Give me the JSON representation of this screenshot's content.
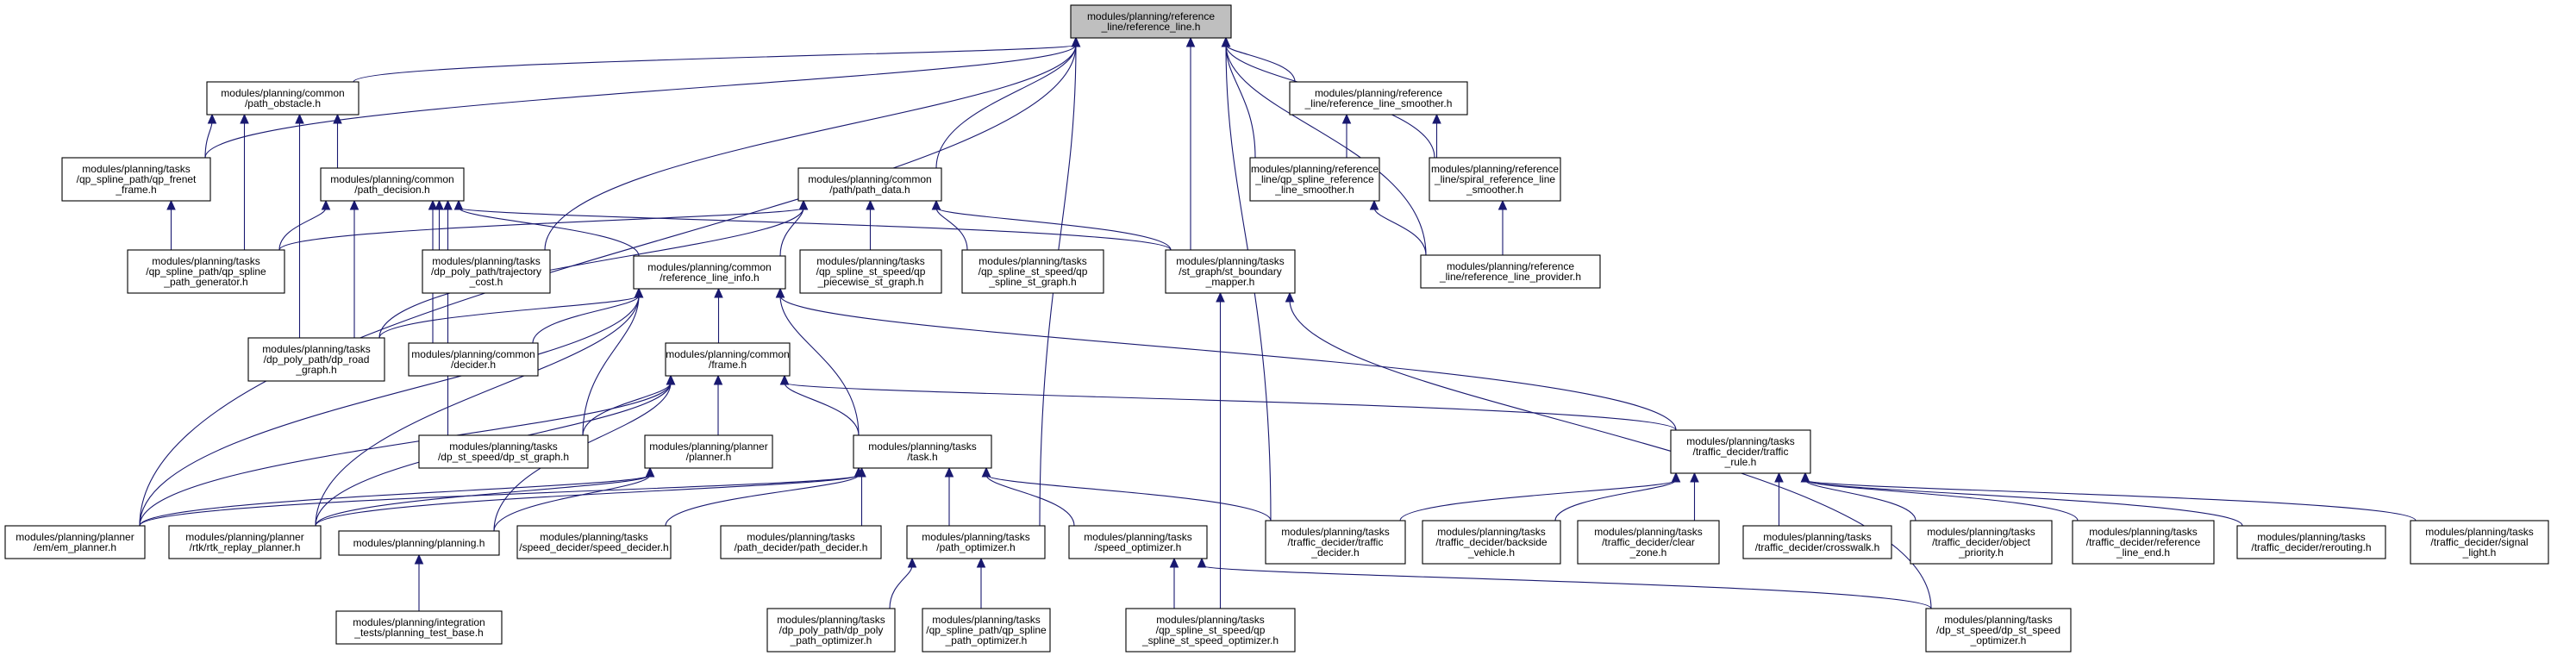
{
  "graph": {
    "edge_color": "#191970",
    "root_fill": "#bfbfbf",
    "nodes": [
      {
        "id": "n0",
        "lines": [
          "modules/planning/reference",
          "_line/reference_line.h"
        ],
        "root": true
      },
      {
        "id": "n1",
        "lines": [
          "modules/planning/common",
          "/path_obstacle.h"
        ]
      },
      {
        "id": "n2",
        "lines": [
          "modules/planning/tasks",
          "/qp_spline_path/qp_frenet",
          "_frame.h"
        ]
      },
      {
        "id": "n3",
        "lines": [
          "modules/planning/common",
          "/path_decision.h"
        ]
      },
      {
        "id": "n4",
        "lines": [
          "modules/planning/tasks",
          "/qp_spline_path/qp_spline",
          "_path_generator.h"
        ]
      },
      {
        "id": "n5",
        "lines": [
          "modules/planning/tasks",
          "/dp_poly_path/trajectory",
          "_cost.h"
        ]
      },
      {
        "id": "n6",
        "lines": [
          "modules/planning/common",
          "/path/path_data.h"
        ]
      },
      {
        "id": "n7",
        "lines": [
          "modules/planning/common",
          "/reference_line_info.h"
        ]
      },
      {
        "id": "n8",
        "lines": [
          "modules/planning/tasks",
          "/qp_spline_st_speed/qp",
          "_piecewise_st_graph.h"
        ]
      },
      {
        "id": "n9",
        "lines": [
          "modules/planning/tasks",
          "/qp_spline_st_speed/qp",
          "_spline_st_graph.h"
        ]
      },
      {
        "id": "n10",
        "lines": [
          "modules/planning/tasks",
          "/st_graph/st_boundary",
          "_mapper.h"
        ]
      },
      {
        "id": "n11",
        "lines": [
          "modules/planning/reference",
          "_line/reference_line_smoother.h"
        ]
      },
      {
        "id": "n12",
        "lines": [
          "modules/planning/reference",
          "_line/qp_spline_reference",
          "_line_smoother.h"
        ]
      },
      {
        "id": "n13",
        "lines": [
          "modules/planning/reference",
          "_line/spiral_reference_line",
          "_smoother.h"
        ]
      },
      {
        "id": "n14",
        "lines": [
          "modules/planning/reference",
          "_line/reference_line_provider.h"
        ]
      },
      {
        "id": "n15",
        "lines": [
          "modules/planning/tasks",
          "/dp_poly_path/dp_road",
          "_graph.h"
        ]
      },
      {
        "id": "n16",
        "lines": [
          "modules/planning/common",
          "/decider.h"
        ]
      },
      {
        "id": "n17",
        "lines": [
          "modules/planning/common",
          "/frame.h"
        ]
      },
      {
        "id": "n18",
        "lines": [
          "modules/planning/tasks",
          "/dp_st_speed/dp_st_graph.h"
        ]
      },
      {
        "id": "n19",
        "lines": [
          "modules/planning/planner",
          "/planner.h"
        ]
      },
      {
        "id": "n20",
        "lines": [
          "modules/planning/tasks",
          "/task.h"
        ]
      },
      {
        "id": "n21",
        "lines": [
          "modules/planning/tasks",
          "/traffic_decider/traffic",
          "_rule.h"
        ]
      },
      {
        "id": "n22",
        "lines": [
          "modules/planning/planner",
          "/em/em_planner.h"
        ]
      },
      {
        "id": "n23",
        "lines": [
          "modules/planning/planner",
          "/rtk/rtk_replay_planner.h"
        ]
      },
      {
        "id": "n24",
        "lines": [
          "modules/planning/planning.h"
        ]
      },
      {
        "id": "n25",
        "lines": [
          "modules/planning/tasks",
          "/speed_decider/speed_decider.h"
        ]
      },
      {
        "id": "n26",
        "lines": [
          "modules/planning/tasks",
          "/path_decider/path_decider.h"
        ]
      },
      {
        "id": "n27",
        "lines": [
          "modules/planning/tasks",
          "/path_optimizer.h"
        ]
      },
      {
        "id": "n28",
        "lines": [
          "modules/planning/tasks",
          "/speed_optimizer.h"
        ]
      },
      {
        "id": "n29",
        "lines": [
          "modules/planning/tasks",
          "/traffic_decider/traffic",
          "_decider.h"
        ]
      },
      {
        "id": "n30",
        "lines": [
          "modules/planning/tasks",
          "/traffic_decider/backside",
          "_vehicle.h"
        ]
      },
      {
        "id": "n31",
        "lines": [
          "modules/planning/tasks",
          "/traffic_decider/clear",
          "_zone.h"
        ]
      },
      {
        "id": "n32",
        "lines": [
          "modules/planning/tasks",
          "/traffic_decider/crosswalk.h"
        ]
      },
      {
        "id": "n33",
        "lines": [
          "modules/planning/tasks",
          "/traffic_decider/object",
          "_priority.h"
        ]
      },
      {
        "id": "n34",
        "lines": [
          "modules/planning/tasks",
          "/traffic_decider/reference",
          "_line_end.h"
        ]
      },
      {
        "id": "n35",
        "lines": [
          "modules/planning/tasks",
          "/traffic_decider/rerouting.h"
        ]
      },
      {
        "id": "n36",
        "lines": [
          "modules/planning/tasks",
          "/traffic_decider/signal",
          "_light.h"
        ]
      },
      {
        "id": "n37",
        "lines": [
          "modules/planning/integration",
          "_tests/planning_test_base.h"
        ]
      },
      {
        "id": "n38",
        "lines": [
          "modules/planning/tasks",
          "/dp_poly_path/dp_poly",
          "_path_optimizer.h"
        ]
      },
      {
        "id": "n39",
        "lines": [
          "modules/planning/tasks",
          "/qp_spline_path/qp_spline",
          "_path_optimizer.h"
        ]
      },
      {
        "id": "n40",
        "lines": [
          "modules/planning/tasks",
          "/qp_spline_st_speed/qp",
          "_spline_st_speed_optimizer.h"
        ]
      },
      {
        "id": "n41",
        "lines": [
          "modules/planning/tasks",
          "/dp_st_speed/dp_st_speed",
          "_optimizer.h"
        ]
      }
    ],
    "edges": [
      [
        "n1",
        "n0"
      ],
      [
        "n2",
        "n0"
      ],
      [
        "n22",
        "n0"
      ],
      [
        "n6",
        "n0"
      ],
      [
        "n5",
        "n0"
      ],
      [
        "n10",
        "n0"
      ],
      [
        "n27",
        "n0"
      ],
      [
        "n29",
        "n0"
      ],
      [
        "n11",
        "n0"
      ],
      [
        "n12",
        "n0"
      ],
      [
        "n13",
        "n0"
      ],
      [
        "n14",
        "n0"
      ],
      [
        "n2",
        "n1"
      ],
      [
        "n3",
        "n1"
      ],
      [
        "n4",
        "n1"
      ],
      [
        "n15",
        "n1"
      ],
      [
        "n4",
        "n2"
      ],
      [
        "n4",
        "n3"
      ],
      [
        "n5",
        "n3"
      ],
      [
        "n7",
        "n3"
      ],
      [
        "n15",
        "n3"
      ],
      [
        "n16",
        "n3"
      ],
      [
        "n18",
        "n3"
      ],
      [
        "n10",
        "n3"
      ],
      [
        "n4",
        "n6"
      ],
      [
        "n7",
        "n6"
      ],
      [
        "n8",
        "n6"
      ],
      [
        "n9",
        "n6"
      ],
      [
        "n10",
        "n6"
      ],
      [
        "n15",
        "n6"
      ],
      [
        "n12",
        "n11"
      ],
      [
        "n13",
        "n11"
      ],
      [
        "n14",
        "n12"
      ],
      [
        "n14",
        "n13"
      ],
      [
        "n15",
        "n7"
      ],
      [
        "n16",
        "n7"
      ],
      [
        "n17",
        "n7"
      ],
      [
        "n18",
        "n7"
      ],
      [
        "n20",
        "n7"
      ],
      [
        "n21",
        "n7"
      ],
      [
        "n22",
        "n7"
      ],
      [
        "n23",
        "n7"
      ],
      [
        "n41",
        "n10"
      ],
      [
        "n40",
        "n10"
      ],
      [
        "n18",
        "n17"
      ],
      [
        "n19",
        "n17"
      ],
      [
        "n20",
        "n17"
      ],
      [
        "n21",
        "n17"
      ],
      [
        "n22",
        "n17"
      ],
      [
        "n23",
        "n17"
      ],
      [
        "n24",
        "n17"
      ],
      [
        "n22",
        "n19"
      ],
      [
        "n23",
        "n19"
      ],
      [
        "n24",
        "n19"
      ],
      [
        "n22",
        "n20"
      ],
      [
        "n23",
        "n20"
      ],
      [
        "n25",
        "n20"
      ],
      [
        "n26",
        "n20"
      ],
      [
        "n27",
        "n20"
      ],
      [
        "n28",
        "n20"
      ],
      [
        "n29",
        "n20"
      ],
      [
        "n29",
        "n21"
      ],
      [
        "n30",
        "n21"
      ],
      [
        "n31",
        "n21"
      ],
      [
        "n32",
        "n21"
      ],
      [
        "n33",
        "n21"
      ],
      [
        "n34",
        "n21"
      ],
      [
        "n35",
        "n21"
      ],
      [
        "n36",
        "n21"
      ],
      [
        "n37",
        "n24"
      ],
      [
        "n38",
        "n27"
      ],
      [
        "n39",
        "n27"
      ],
      [
        "n40",
        "n28"
      ],
      [
        "n41",
        "n28"
      ]
    ]
  }
}
